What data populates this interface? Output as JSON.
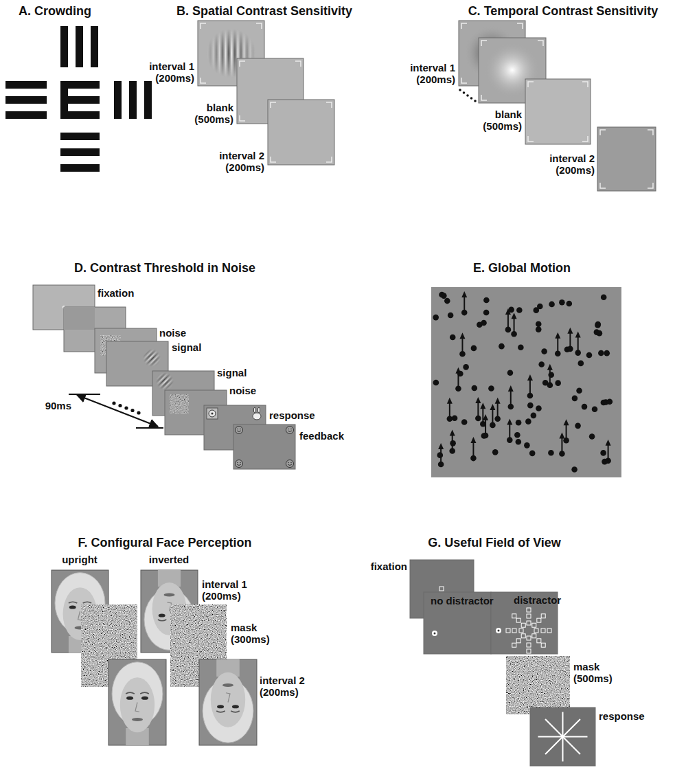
{
  "diagram": {
    "labels": [
      "A. Crowding",
      "B. Spatial Contrast Sensitivity",
      "C. Temporal Contrast Sensitivity",
      "interval 1 (200ms)",
      "blank (500ms)",
      "interval 2 (200ms)",
      "interval 1 (200ms)",
      "blank (500ms)",
      "interval 2 (200ms)",
      "D. Contrast Threshold in Noise",
      "fixation",
      "noise",
      "signal",
      "signal",
      "noise",
      "response",
      "feedback",
      "90ms",
      "E. Global Motion",
      "F. Configural Face Perception",
      "upright",
      "inverted",
      "interval 1 (200ms)",
      "mask (300ms)",
      "interval 2 (200ms)",
      "G. Useful Field of View",
      "fixation",
      "no distractor",
      "distractor",
      "mask (500ms)",
      "response"
    ]
  }
}
